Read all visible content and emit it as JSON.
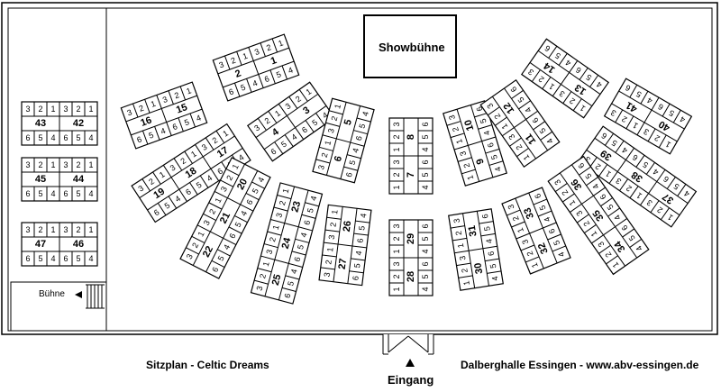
{
  "title": "Sitzplan - Celtic Dreams",
  "venue": "Dalberghalle Essingen - www.abv-essingen.de",
  "entrance": "Eingang",
  "showstage": "Showbühne",
  "side_stage": "Bühne",
  "blocks": [
    {
      "tables": [
        "43",
        "42"
      ],
      "top": [
        "3",
        "2",
        "1",
        "3",
        "2",
        "1"
      ],
      "bottom": [
        "6",
        "5",
        "4",
        "6",
        "5",
        "4"
      ]
    },
    {
      "tables": [
        "45",
        "44"
      ],
      "top": [
        "3",
        "2",
        "1",
        "3",
        "2",
        "1"
      ],
      "bottom": [
        "6",
        "5",
        "4",
        "6",
        "5",
        "4"
      ]
    },
    {
      "tables": [
        "47",
        "46"
      ],
      "top": [
        "3",
        "2",
        "1",
        "3",
        "2",
        "1"
      ],
      "bottom": [
        "6",
        "5",
        "4",
        "6",
        "5",
        "4"
      ]
    },
    {
      "tables": [
        "2",
        "1"
      ],
      "top": [
        "3",
        "2",
        "1",
        "3",
        "2",
        "1"
      ],
      "bottom": [
        "6",
        "5",
        "4",
        "6",
        "5",
        "4"
      ]
    },
    {
      "tables": [
        "16",
        "15"
      ],
      "top": [
        "3",
        "2",
        "1",
        "3",
        "2",
        "1"
      ],
      "bottom": [
        "6",
        "5",
        "4",
        "6",
        "5",
        "4"
      ]
    },
    {
      "tables": [
        "4",
        "3"
      ],
      "top": [
        "3",
        "2",
        "1",
        "3",
        "2",
        "1"
      ],
      "bottom": [
        "6",
        "5",
        "4",
        "6",
        "5",
        "4"
      ]
    },
    {
      "tables": [
        "19",
        "18",
        "17"
      ],
      "top": [
        "3",
        "2",
        "1",
        "3",
        "2",
        "1",
        "3",
        "2",
        "1"
      ],
      "bottom": [
        "6",
        "5",
        "4",
        "6",
        "5",
        "4",
        "6",
        "5",
        "4"
      ]
    },
    {
      "tables": [
        "6",
        "5"
      ],
      "top": [
        "3",
        "2",
        "1",
        "3",
        "2",
        "1"
      ],
      "bottom": [
        "6",
        "5",
        "4",
        "6",
        "5",
        "4"
      ]
    },
    {
      "tables": [
        "7",
        "8"
      ],
      "top": [
        "1",
        "2",
        "3",
        "1",
        "2",
        "3"
      ],
      "bottom": [
        "4",
        "5",
        "6",
        "4",
        "5",
        "6"
      ]
    },
    {
      "tables": [
        "9",
        "10"
      ],
      "top": [
        "1",
        "2",
        "3",
        "1",
        "2",
        "3"
      ],
      "bottom": [
        "4",
        "5",
        "6",
        "4",
        "5",
        "6"
      ]
    },
    {
      "tables": [
        "11",
        "12"
      ],
      "top": [
        "1",
        "2",
        "3",
        "1",
        "2",
        "3"
      ],
      "bottom": [
        "4",
        "5",
        "6",
        "4",
        "5",
        "6"
      ]
    },
    {
      "tables": [
        "13",
        "14"
      ],
      "top": [
        "1",
        "2",
        "3",
        "1",
        "2",
        "3"
      ],
      "bottom": [
        "4",
        "5",
        "6",
        "4",
        "5",
        "6"
      ]
    },
    {
      "tables": [
        "40",
        "41"
      ],
      "top": [
        "1",
        "2",
        "3",
        "1",
        "2",
        "3"
      ],
      "bottom": [
        "4",
        "5",
        "6",
        "4",
        "5",
        "6"
      ]
    },
    {
      "tables": [
        "37",
        "38",
        "39"
      ],
      "top": [
        "1",
        "2",
        "3",
        "1",
        "2",
        "3",
        "1",
        "2",
        "3"
      ],
      "bottom": [
        "4",
        "5",
        "6",
        "4",
        "5",
        "6",
        "4",
        "5",
        "6"
      ]
    },
    {
      "tables": [
        "22",
        "21",
        "20"
      ],
      "top": [
        "3",
        "2",
        "1",
        "3",
        "2",
        "1",
        "3",
        "2",
        "1"
      ],
      "bottom": [
        "6",
        "5",
        "4",
        "6",
        "5",
        "4",
        "6",
        "5",
        "4"
      ]
    },
    {
      "tables": [
        "25",
        "24",
        "23"
      ],
      "top": [
        "3",
        "2",
        "1",
        "3",
        "2",
        "1",
        "3",
        "2",
        "1"
      ],
      "bottom": [
        "6",
        "5",
        "4",
        "6",
        "5",
        "4",
        "6",
        "5",
        "4"
      ]
    },
    {
      "tables": [
        "27",
        "26"
      ],
      "top": [
        "3",
        "2",
        "1",
        "3",
        "2",
        "1"
      ],
      "bottom": [
        "6",
        "5",
        "4",
        "6",
        "5",
        "4"
      ]
    },
    {
      "tables": [
        "28",
        "29"
      ],
      "top": [
        "1",
        "2",
        "3",
        "1",
        "2",
        "3"
      ],
      "bottom": [
        "4",
        "5",
        "6",
        "4",
        "5",
        "6"
      ]
    },
    {
      "tables": [
        "30",
        "31"
      ],
      "top": [
        "1",
        "2",
        "3",
        "1",
        "2",
        "3"
      ],
      "bottom": [
        "4",
        "5",
        "6",
        "4",
        "5",
        "6"
      ]
    },
    {
      "tables": [
        "32",
        "33"
      ],
      "top": [
        "1",
        "2",
        "3",
        "1",
        "2",
        "3"
      ],
      "bottom": [
        "4",
        "5",
        "6",
        "4",
        "5",
        "6"
      ]
    },
    {
      "tables": [
        "34",
        "35",
        "36"
      ],
      "top": [
        "1",
        "2",
        "3",
        "1",
        "2",
        "3",
        "1",
        "2",
        "3"
      ],
      "bottom": [
        "4",
        "5",
        "6",
        "4",
        "5",
        "6",
        "4",
        "5",
        "6"
      ]
    }
  ]
}
